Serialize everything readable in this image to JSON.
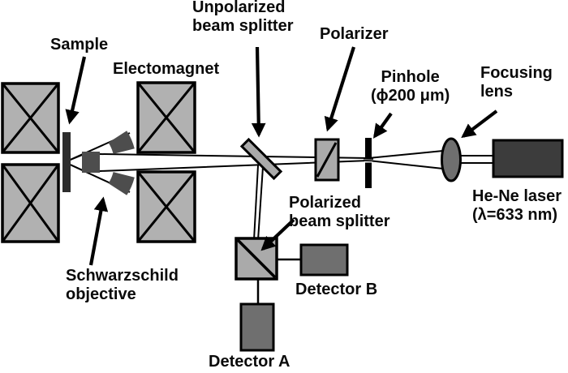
{
  "figure": {
    "title": "Magneto-optical measurement setup diagram",
    "background": "#ffffff",
    "labels": {
      "sample": "Sample",
      "electromagnet": "Electomagnet",
      "unpolarized_beam_splitter": "Unpolarized\nbeam splitter",
      "polarizer": "Polarizer",
      "pinhole": "Pinhole\n(ϕ200 μm)",
      "focusing_lens": "Focusing\nlens",
      "he_ne_laser": "He-Ne laser\n(λ=633 nm)",
      "polarized_beam_splitter": "Polarized\nbeam splitter",
      "detector_b": "Detector B",
      "detector_a": "Detector A",
      "schwarzschild_objective": "Schwarzschild\nobjective"
    },
    "colors": {
      "background": "#ffffff",
      "coil_fill": "#b1b1b1",
      "optic_fill": "#aaaaaa",
      "detector_fill": "#6f6f6f",
      "laser_fill": "#3c3c3c",
      "mirror_fill": "#4d4d4d",
      "sample_fill": "#2d2d2d",
      "line": "#000000"
    }
  }
}
